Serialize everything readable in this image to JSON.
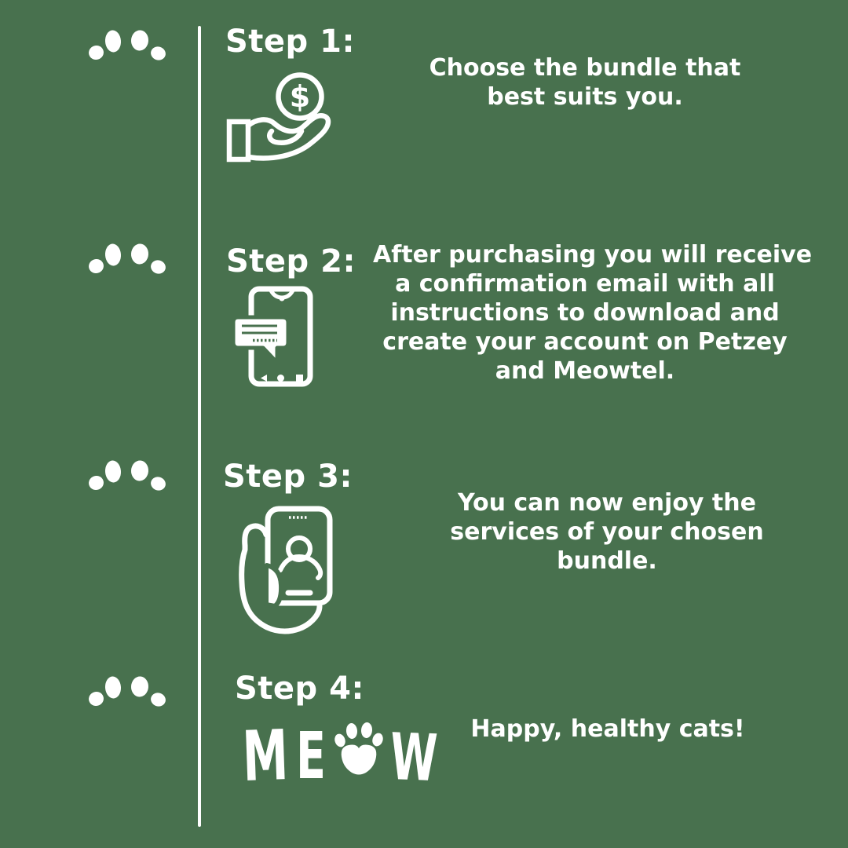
{
  "colors": {
    "background": "#48714E",
    "foreground": "#FFFFFF"
  },
  "steps": [
    {
      "label": "Step 1:",
      "icon": "dollar-coin-in-hand-icon",
      "coin_symbol": "$",
      "lines": [
        "Choose the bundle that",
        "best suits you."
      ]
    },
    {
      "label": "Step 2:",
      "icon": "phone-with-message-icon",
      "lines": [
        "After purchasing you will receive",
        "a confirmation email with all",
        "instructions to download and",
        "create your account on Petzey",
        "and Meowtel."
      ]
    },
    {
      "label": "Step 3:",
      "icon": "hand-holding-phone-icon",
      "lines": [
        "You can now enjoy the",
        "services of your chosen",
        "bundle."
      ]
    },
    {
      "label": "Step 4:",
      "icon": "meow-logo",
      "lines": [
        "Happy, healthy cats!"
      ]
    }
  ],
  "logo": {
    "name": "MEOW",
    "letter_m": "M",
    "letter_e": "E",
    "letter_w": "W"
  }
}
